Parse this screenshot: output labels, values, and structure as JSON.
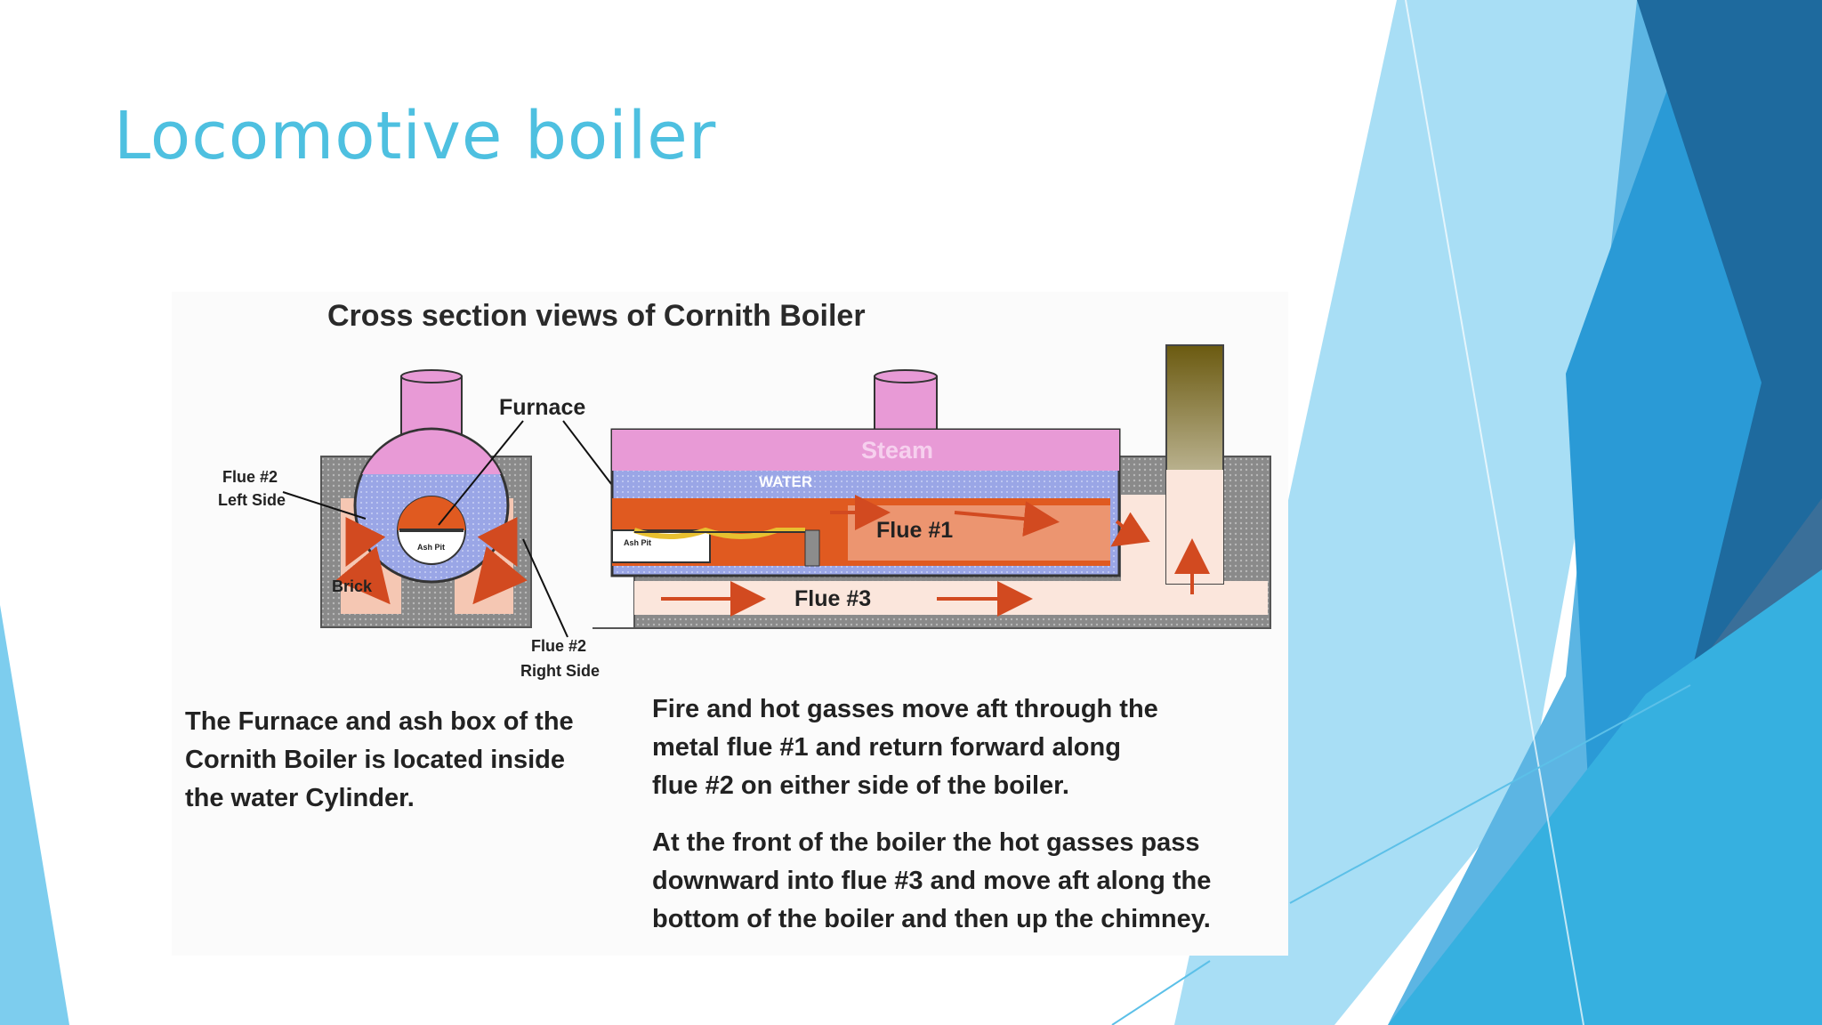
{
  "slide": {
    "title": "Locomotive boiler"
  },
  "figure": {
    "title": "Cross section views of Cornith Boiler",
    "labels": {
      "furnace": "Furnace",
      "flue2_left_1": "Flue #2",
      "flue2_left_2": "Left Side",
      "brick": "Brick",
      "flue2_right_1": "Flue #2",
      "flue2_right_2": "Right Side",
      "ash_pit": "Ash Pit",
      "steam": "Steam",
      "water": "WATER",
      "flue1": "Flue #1",
      "flue3": "Flue #3"
    },
    "left_caption": [
      "The Furnace and ash box  of the",
      "Cornith Boiler is located inside",
      "the water Cylinder."
    ],
    "right_caption_1": [
      "Fire and hot gasses move aft through the",
      "metal flue #1 and return forward along",
      "flue #2 on either side of the boiler."
    ],
    "right_caption_2": [
      "At the front of the boiler the hot gasses pass",
      "downward into flue #3 and move aft along the",
      "bottom of the boiler and then up the chimney."
    ]
  },
  "colors": {
    "title": "#4ec0e0",
    "steam": "#e89ad6",
    "water": "#9aa6e6",
    "fire": "#e05a20",
    "brick": "#8c8c8c",
    "flue_gas": "#f5c7b3"
  }
}
